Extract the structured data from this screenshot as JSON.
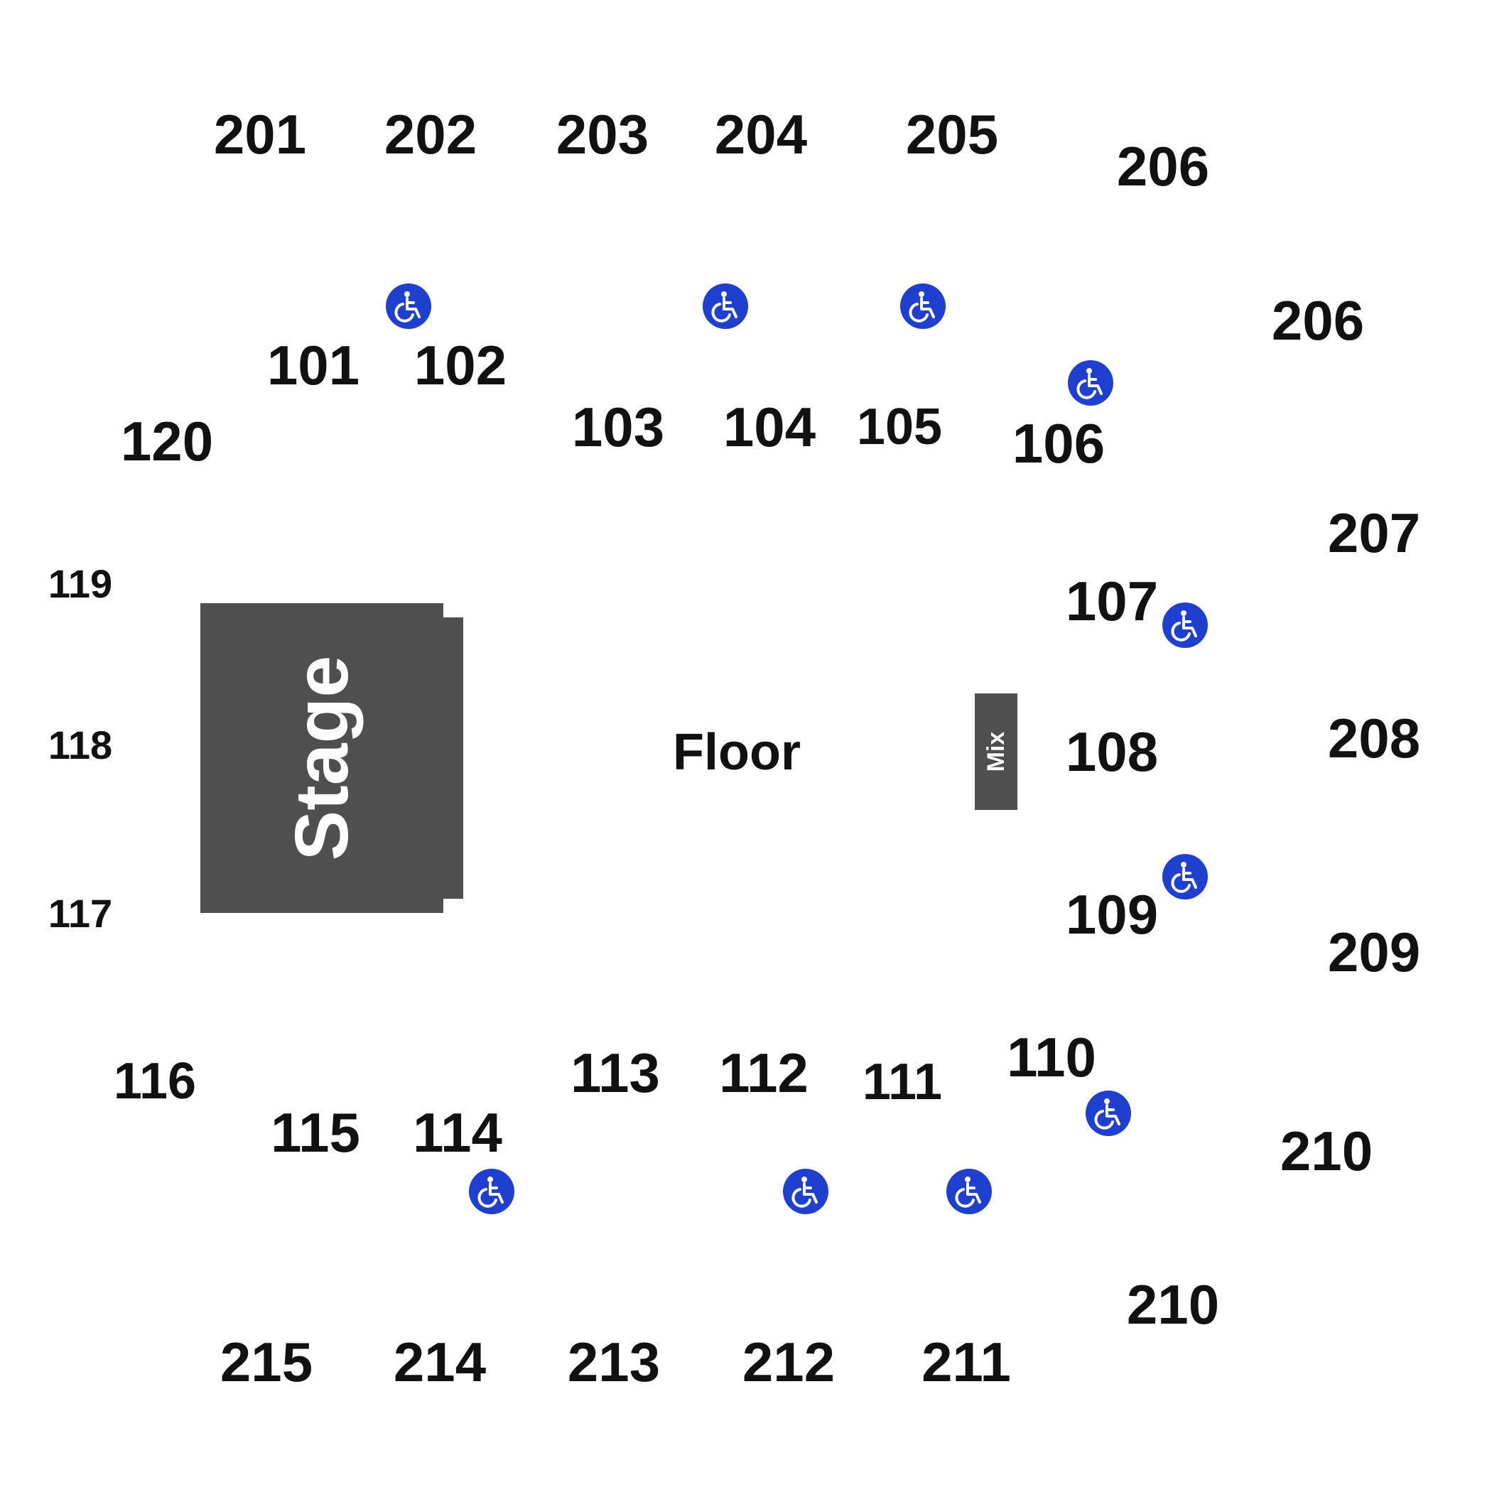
{
  "stage": {
    "label": "Stage"
  },
  "floor": {
    "label": "Floor"
  },
  "mix": {
    "label": "Mix"
  },
  "sections": {
    "s201": "201",
    "s202": "202",
    "s203": "203",
    "s204": "204",
    "s205": "205",
    "s206a": "206",
    "s206b": "206",
    "s207": "207",
    "s208": "208",
    "s209": "209",
    "s210a": "210",
    "s210b": "210",
    "s211": "211",
    "s212": "212",
    "s213": "213",
    "s214": "214",
    "s215": "215",
    "s101": "101",
    "s102": "102",
    "s103": "103",
    "s104": "104",
    "s105": "105",
    "s106": "106",
    "s107": "107",
    "s108": "108",
    "s109": "109",
    "s110": "110",
    "s111": "111",
    "s112": "112",
    "s113": "113",
    "s114": "114",
    "s115": "115",
    "s116": "116",
    "s117": "117",
    "s118": "118",
    "s119": "119",
    "s120": "120"
  },
  "icons": {
    "accessible": "wheelchair-icon",
    "accessible_color": "#1f3fcf"
  }
}
